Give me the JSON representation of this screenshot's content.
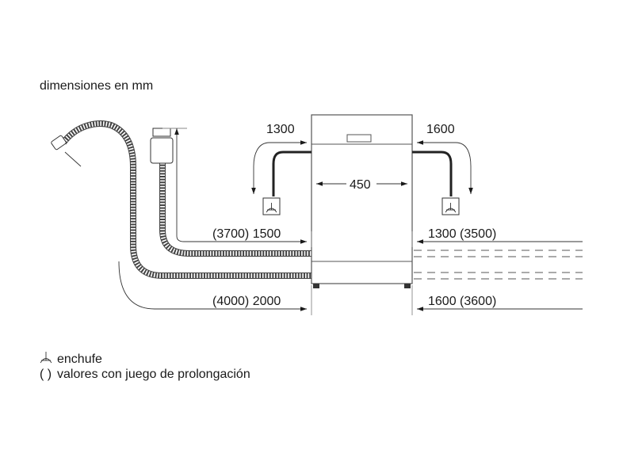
{
  "title": "dimensiones en mm",
  "dimensions": {
    "width": "450",
    "left_height": "1300",
    "right_height": "1600",
    "inlet_left": "(3700) 1500",
    "drain_left": "(4000) 2000",
    "inlet_right": "1300 (3500)",
    "drain_right": "1600 (3600)"
  },
  "legend": [
    {
      "symbol": "⏊",
      "text": "enchufe",
      "icon": "socket-icon"
    },
    {
      "symbol": "( )",
      "text": "valores con juego de prolongación",
      "icon": ""
    }
  ],
  "colors": {
    "line": "#333333",
    "hose": "#444444",
    "background": "#ffffff"
  }
}
